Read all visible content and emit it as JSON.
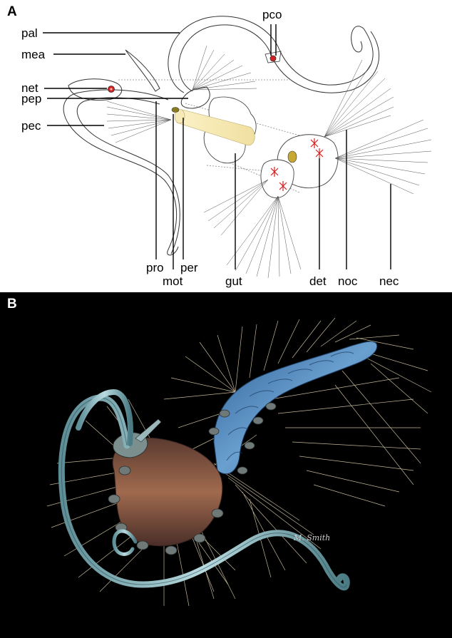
{
  "panels": {
    "a": {
      "letter": "A"
    },
    "b": {
      "letter": "B"
    }
  },
  "labels": {
    "pal": "pal",
    "mea": "mea",
    "net": "net",
    "pep": "pep",
    "pec": "pec",
    "pco": "pco",
    "pro": "pro",
    "mot": "mot",
    "per": "per",
    "gut": "gut",
    "det": "det",
    "noc": "noc",
    "nec": "nec"
  },
  "signature": "M. Smith",
  "colors": {
    "gut": "#f5e9b5",
    "eye": "#d42020",
    "body_blue": "#4a7fb5",
    "body_brown": "#8a5a42",
    "chaetae": "#e6d6b4",
    "palp": "#9cc2c8"
  }
}
